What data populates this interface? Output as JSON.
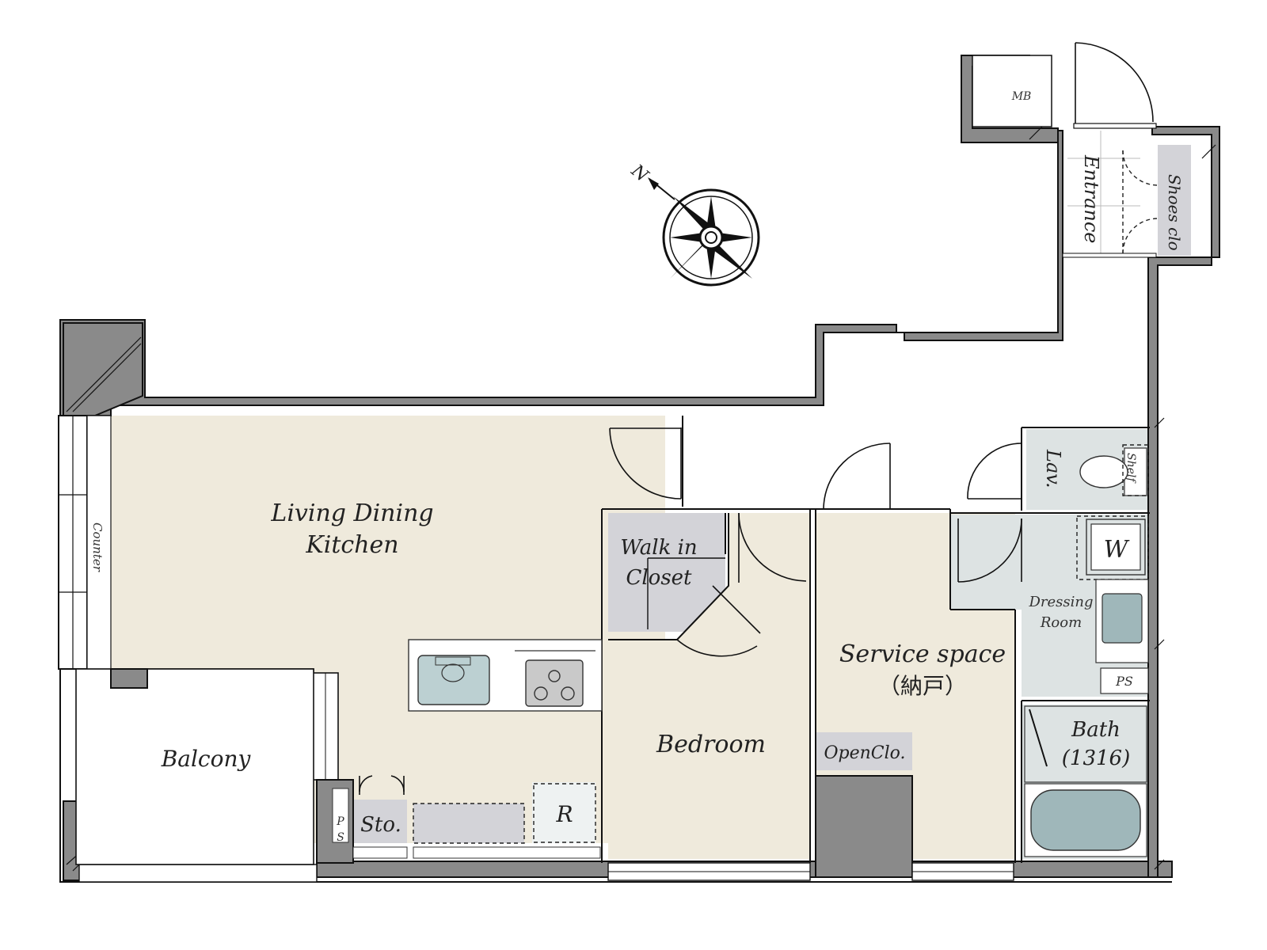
{
  "compass": {
    "north_label": "N"
  },
  "rooms": {
    "ldk": {
      "line1": "Living Dining",
      "line2": "Kitchen"
    },
    "counter": "Counter",
    "walk_in_closet": {
      "line1": "Walk in",
      "line2": "Closet"
    },
    "bedroom": "Bedroom",
    "service_space": {
      "line1": "Service space",
      "line2": "（納戸）"
    },
    "open_closet": "OpenClo.",
    "balcony": "Balcony",
    "storage": "Sto.",
    "refrigerator": "R",
    "pipe_space_left": {
      "p": "P",
      "s": "S"
    },
    "pipe_space_right": "PS",
    "entrance": "Entrance",
    "shoes_closet": "Shoes clo",
    "meter_box": "MB",
    "lavatory": "Lav.",
    "shelf": "Shelf",
    "washer": "W",
    "dressing_room": {
      "line1": "Dressing",
      "line2": "Room"
    },
    "bath": {
      "line1": "Bath",
      "line2": "(1316)"
    }
  },
  "colors": {
    "living_floor": "#efeadc",
    "wet_area_floor": "#dde3e3",
    "closet_floor": "#d3d3d8",
    "wall": "#8a8a8a"
  }
}
